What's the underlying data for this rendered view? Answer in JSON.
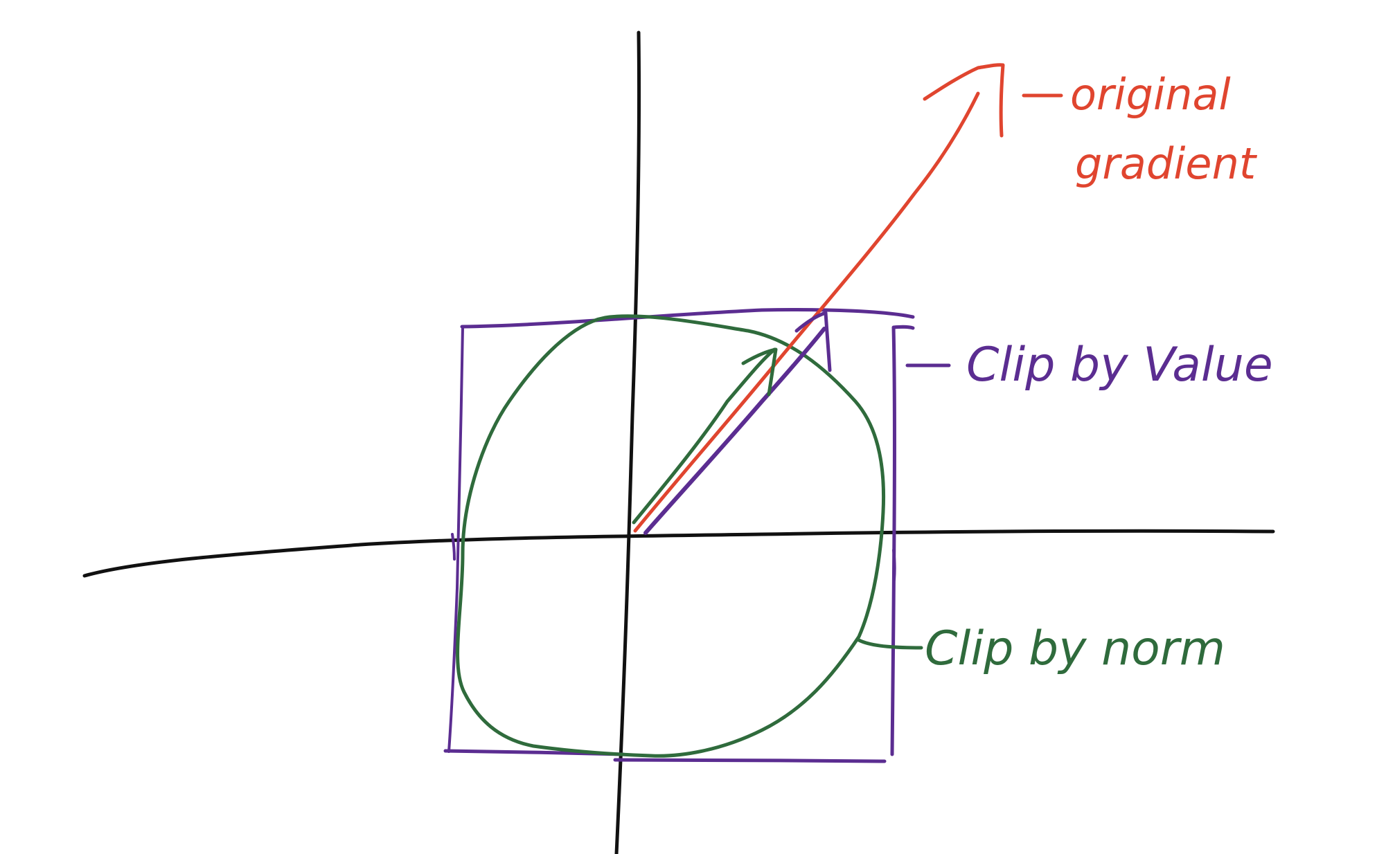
{
  "colors": {
    "axis": "#111111",
    "original": "#e0452f",
    "value": "#5b2d91",
    "norm": "#2f6b3c",
    "background": "#ffffff"
  },
  "labels": {
    "original_line1": "original",
    "original_line2": "gradient",
    "clip_value": "Clip by Value",
    "clip_norm": "Clip by norm"
  }
}
